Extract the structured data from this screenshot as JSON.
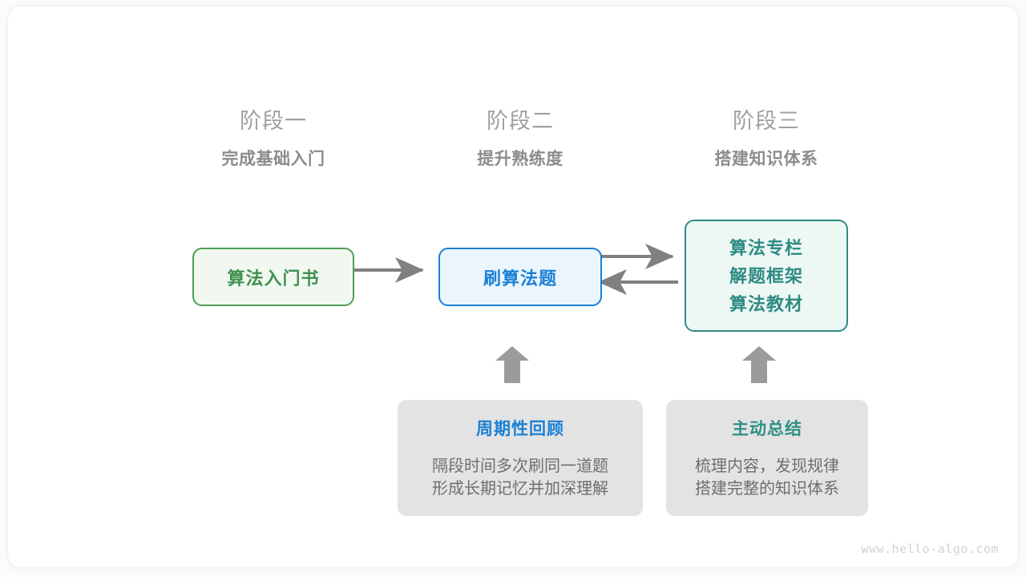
{
  "watermark": "www.hello-algo.com",
  "colors": {
    "background": "#fbfbfb",
    "card": "#ffffff",
    "stage_title": "#a0a0a0",
    "stage_subtitle": "#8c8c8c",
    "green": "#3f9150",
    "green_border": "#4f9e57",
    "green_fill": "#f1f8f0",
    "blue": "#1b80d5",
    "blue_fill": "#eaf5fd",
    "teal": "#2e8b83",
    "teal_fill": "#edf7f4",
    "arrow_gray": "#808080",
    "block_arrow_gray": "#9b9b9b",
    "info_card_fill": "#e3e3e3",
    "info_body_text": "#6e6e6e"
  },
  "stages": [
    {
      "title": "阶段一",
      "subtitle": "完成基础入门"
    },
    {
      "title": "阶段二",
      "subtitle": "提升熟练度"
    },
    {
      "title": "阶段三",
      "subtitle": "搭建知识体系"
    }
  ],
  "nodes": {
    "book": {
      "label": "算法入门书"
    },
    "practice": {
      "label": "刷算法题"
    },
    "system": {
      "lines": [
        "算法专栏",
        "解题框架",
        "算法教材"
      ]
    }
  },
  "cards": [
    {
      "title": "周期性回顾",
      "lines": [
        "隔段时间多次刷同一道题",
        "形成长期记忆并加深理解"
      ]
    },
    {
      "title": "主动总结",
      "lines": [
        "梳理内容，发现规律",
        "搭建完整的知识体系"
      ]
    }
  ],
  "arrows": [
    {
      "name": "book-to-practice",
      "direction": "right"
    },
    {
      "name": "practice-to-system",
      "direction": "right"
    },
    {
      "name": "system-to-practice",
      "direction": "left"
    },
    {
      "name": "review-to-practice",
      "direction": "up"
    },
    {
      "name": "summary-to-system",
      "direction": "up"
    }
  ]
}
